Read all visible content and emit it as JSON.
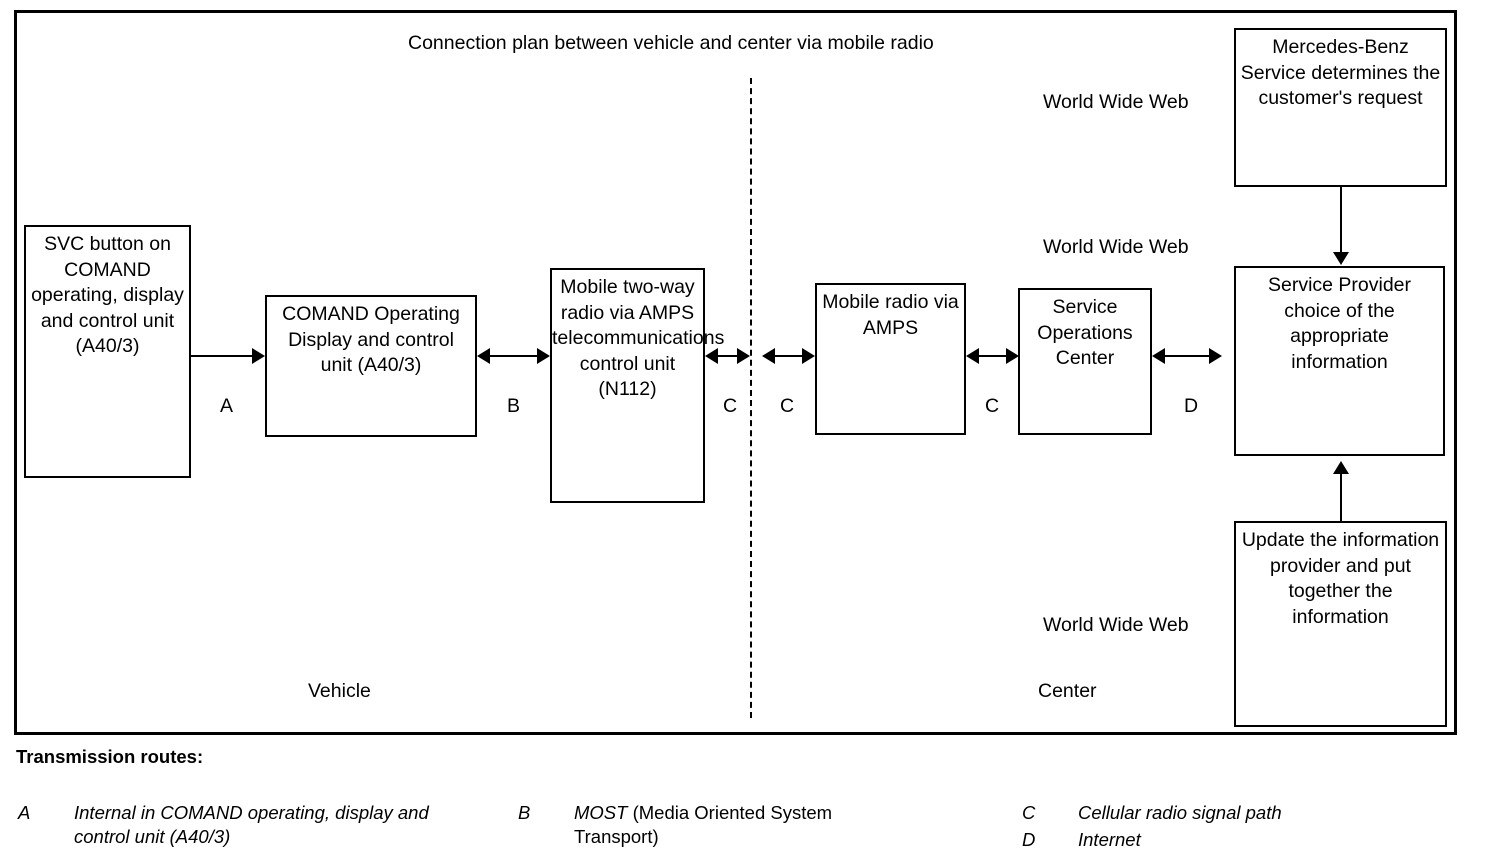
{
  "diagram": {
    "title": "Connection plan between vehicle and center via mobile radio",
    "zones": {
      "vehicle": "Vehicle",
      "center": "Center"
    },
    "annotations": {
      "www_top": "World Wide Web",
      "www_middle": "World Wide Web",
      "www_bottom": "World Wide Web"
    },
    "nodes": {
      "svc_button": "SVC button on COMAND operating, display and control unit (A40/3)",
      "comand_unit": "COMAND Operating Display and control unit (A40/3)",
      "mobile_two_way_radio": "Mobile two-way radio via AMPS telecommunications control unit (N112)",
      "mobile_radio_amps": "Mobile radio via AMPS",
      "service_operations_center": "Service Operations Center",
      "mercedes_benz_service": "Mercedes-Benz Service determines the customer's request",
      "service_provider": "Service Provider choice of the appropriate information",
      "update_information": "Update the information provider and put together the information"
    },
    "route_tags": {
      "a": "A",
      "b": "B",
      "c1": "C",
      "c2": "C",
      "c3": "C",
      "d": "D"
    }
  },
  "legend": {
    "title": "Transmission routes:",
    "entries": [
      {
        "key": "A",
        "italic": "Internal in COMAND operating, display and control unit (A40/3)",
        "plain": ""
      },
      {
        "key": "B",
        "italic": "MOST",
        "plain": "(Media Oriented System Transport)"
      },
      {
        "key": "C",
        "italic": "Cellular radio signal path",
        "plain": ""
      },
      {
        "key": "D",
        "italic": "Internet",
        "plain": ""
      }
    ]
  },
  "colors": {
    "ink": "#000000",
    "paper": "#ffffff"
  }
}
